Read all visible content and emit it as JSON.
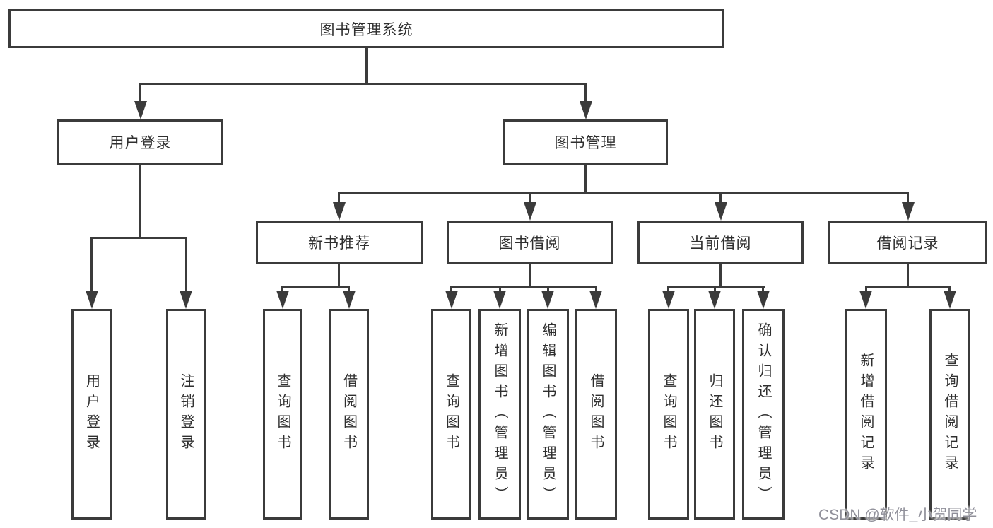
{
  "tree": {
    "root": {
      "label": "图书管理系统"
    },
    "children": [
      {
        "label": "用户登录",
        "children": [
          {
            "label": "用户登录"
          },
          {
            "label": "注销登录"
          }
        ]
      },
      {
        "label": "图书管理",
        "children": [
          {
            "label": "新书推荐",
            "children": [
              {
                "label": "查询图书"
              },
              {
                "label": "借阅图书"
              }
            ]
          },
          {
            "label": "图书借阅",
            "children": [
              {
                "label": "查询图书"
              },
              {
                "label": "新增图书（管理员）"
              },
              {
                "label": "编辑图书（管理员）"
              },
              {
                "label": "借阅图书"
              }
            ]
          },
          {
            "label": "当前借阅",
            "children": [
              {
                "label": "查询图书"
              },
              {
                "label": "归还图书"
              },
              {
                "label": "确认归还（管理员）"
              }
            ]
          },
          {
            "label": "借阅记录",
            "children": [
              {
                "label": "新增借阅记录"
              },
              {
                "label": "查询借阅记录"
              }
            ]
          }
        ]
      }
    ]
  },
  "watermark": {
    "text": "CSDN @软件_小贺同学"
  },
  "colors": {
    "line": "#3b3b3b",
    "text": "#2f2f2f",
    "background": "#ffffff",
    "watermark_text": "#90909a"
  }
}
